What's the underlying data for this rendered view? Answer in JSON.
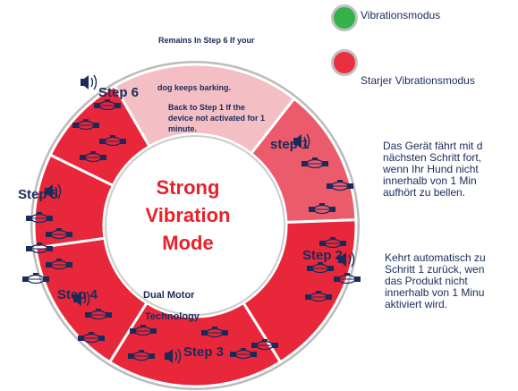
{
  "legend": [
    {
      "label": "Vibrationsmodus",
      "color": "#33b24a"
    },
    {
      "label": "Starjer Vibrationsmodus",
      "color": "#e8303e"
    }
  ],
  "center": {
    "lines": [
      "Strong",
      "Vibration",
      "Mode"
    ]
  },
  "dual_motor": {
    "lines": [
      "Dual Motor",
      "Technology"
    ]
  },
  "steps": [
    {
      "label": "step 1"
    },
    {
      "label": "Step 2"
    },
    {
      "label": "Step 3"
    },
    {
      "label": "Step 4"
    },
    {
      "label": "Step 5"
    },
    {
      "label": "Step 6"
    }
  ],
  "notes": {
    "remains": [
      "Remains In Step 6 If your",
      "dog keeps barking."
    ],
    "back": [
      "Back to Step 1 If the",
      "device not activated for 1",
      "minute."
    ]
  },
  "paragraphs": [
    {
      "lines": [
        "Das Gerät fährt mit d",
        "nächsten Schritt fort,",
        "wenn Ihr Hund nicht",
        "innerhalb von 1 Min",
        "aufhört zu bellen."
      ]
    },
    {
      "lines": [
        "Kehrt automatisch zu",
        "Schritt 1 zurück, wen",
        "das Produkt nicht",
        "innerhalb von 1 Minu",
        "aktiviert wird."
      ]
    }
  ],
  "colors": {
    "strong_red": "#e8283a",
    "light_pink": "#f4bfc4",
    "ring_border": "#bbbbbb",
    "label_navy": "#1a2a5a"
  }
}
